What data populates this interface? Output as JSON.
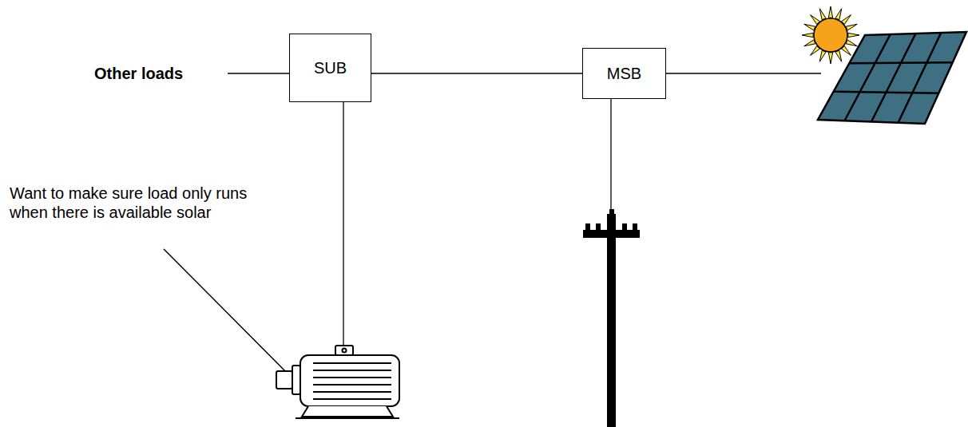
{
  "diagram": {
    "nodes": [
      {
        "text": [
          "SUB"
        ]
      },
      {
        "text": [
          "MSB"
        ]
      }
    ],
    "edges": [
      {
        "from": 0,
        "to": 1,
        "arrow": "none"
      }
    ],
    "labels": [
      "Other loads",
      "Want to make sure load only runs when there is available solar"
    ]
  }
}
